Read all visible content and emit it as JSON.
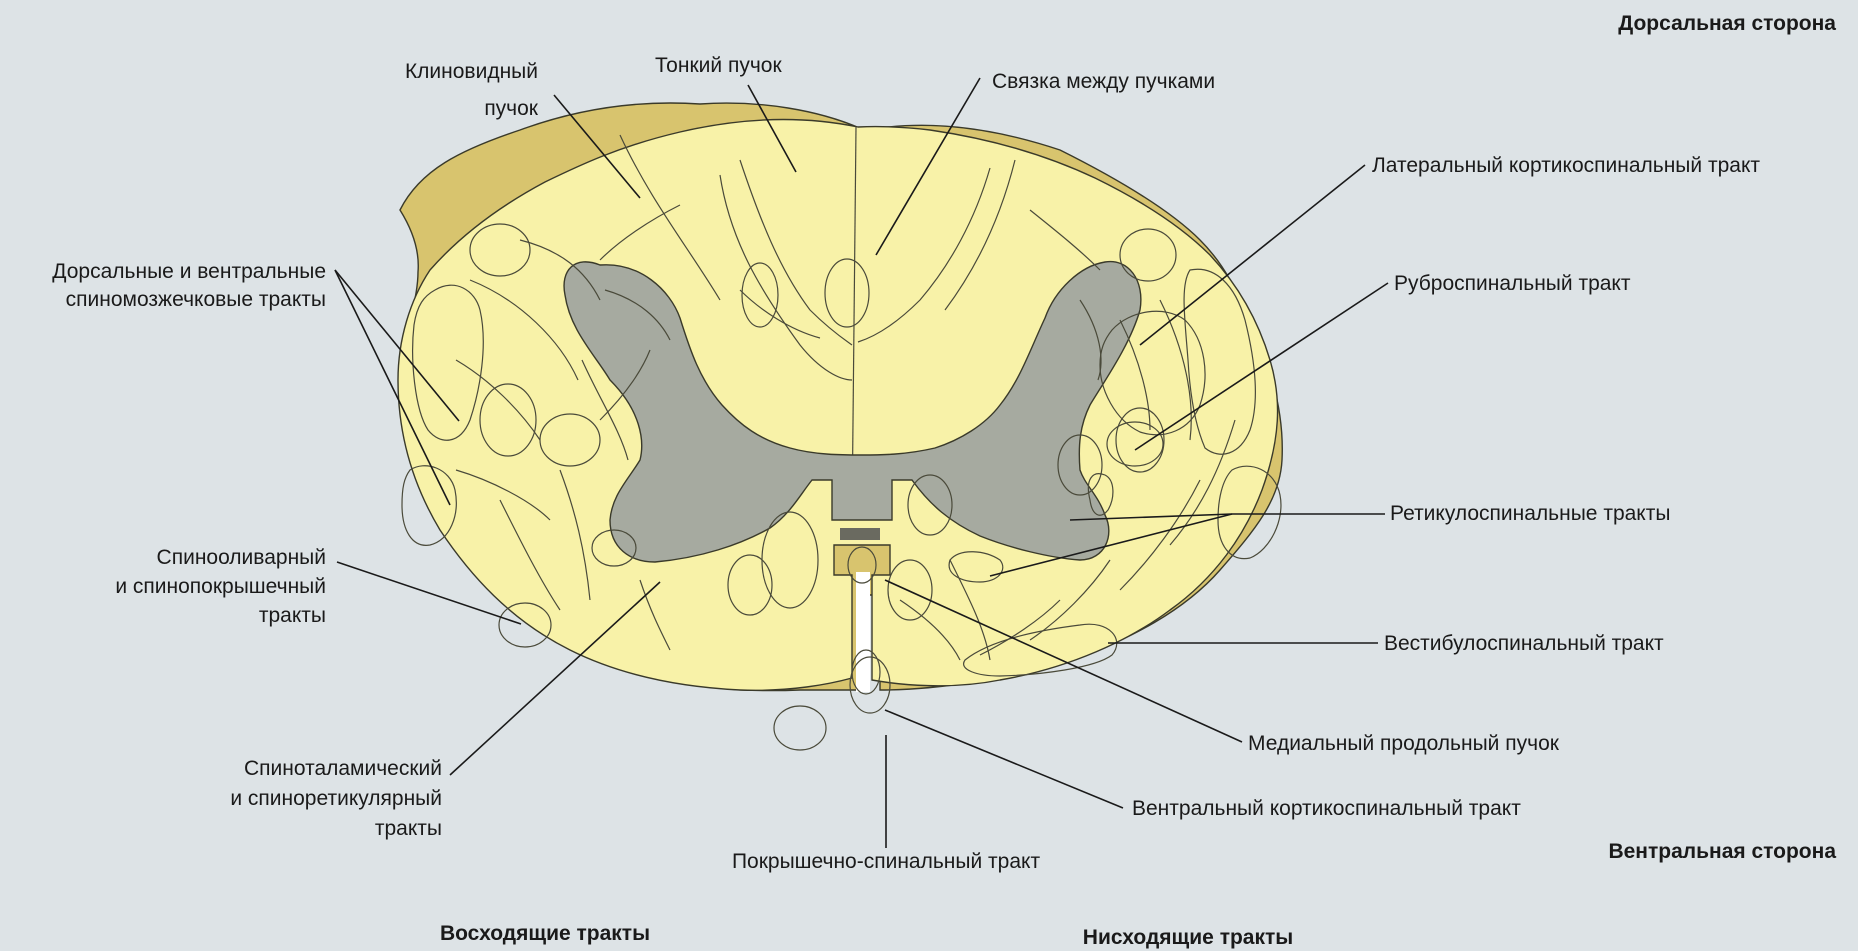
{
  "orientation": {
    "dorsal": "Дорсальная сторона",
    "ventral": "Вентральная сторона"
  },
  "groups": {
    "ascending": "Восходящие тракты",
    "descending": "Нисходящие тракты"
  },
  "labels": {
    "cuneate_1": "Клиновидный",
    "cuneate_2": "пучок",
    "gracile": "Тонкий пучок",
    "interfascicular": "Связка между пучками",
    "spinocerebellar_1": "Дорсальные и вентральные",
    "spinocerebellar_2": "спиномозжечковые тракты",
    "spinoolivary_1": "Спинооливарный",
    "spinoolivary_2": "и спинопокрышечный",
    "spinoolivary_3": "тракты",
    "spinothalamic_1": "Спиноталамический",
    "spinothalamic_2": "и спиноретикулярный",
    "spinothalamic_3": "тракты",
    "tectospinal": "Покрышечно-спинальный тракт",
    "lateral_corticospinal": "Латеральный кортикоспинальный тракт",
    "rubrospinal": "Руброспинальный тракт",
    "reticulospinal": "Ретикулоспинальные тракты",
    "vestibulospinal": "Вестибулоспинальный тракт",
    "medial_longitudinal": "Медиальный продольный пучок",
    "ventral_corticospinal": "Вентральный кортикоспинальный тракт"
  },
  "colors": {
    "background": "#dde3e6",
    "white_matter": "#f8f2a8",
    "gray_matter": "#a6aaa0",
    "descending_tract": "#d6c6ba",
    "rim": "#d8c46e"
  }
}
